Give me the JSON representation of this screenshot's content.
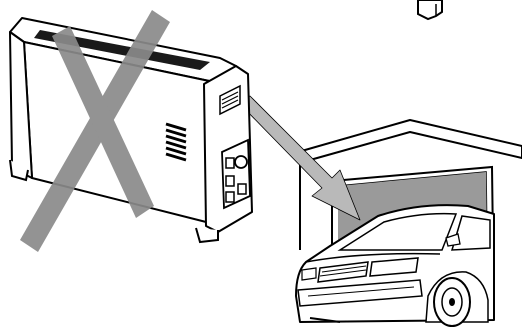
{
  "illustration": {
    "subjects": [
      {
        "id": "heater",
        "icon": "convector-heater-icon"
      },
      {
        "id": "cross",
        "icon": "prohibition-x-icon"
      },
      {
        "id": "arrow",
        "icon": "arrow-icon"
      },
      {
        "id": "garage",
        "icon": "garage-icon"
      },
      {
        "id": "car",
        "icon": "car-icon"
      }
    ],
    "colors": {
      "line": "#000000",
      "fill": "#ffffff",
      "cross": "#8a8a8a",
      "arrow": "#b9b9b9",
      "garage_interior": "#9a9a9a",
      "vent_dark": "#1a1a1a"
    }
  }
}
